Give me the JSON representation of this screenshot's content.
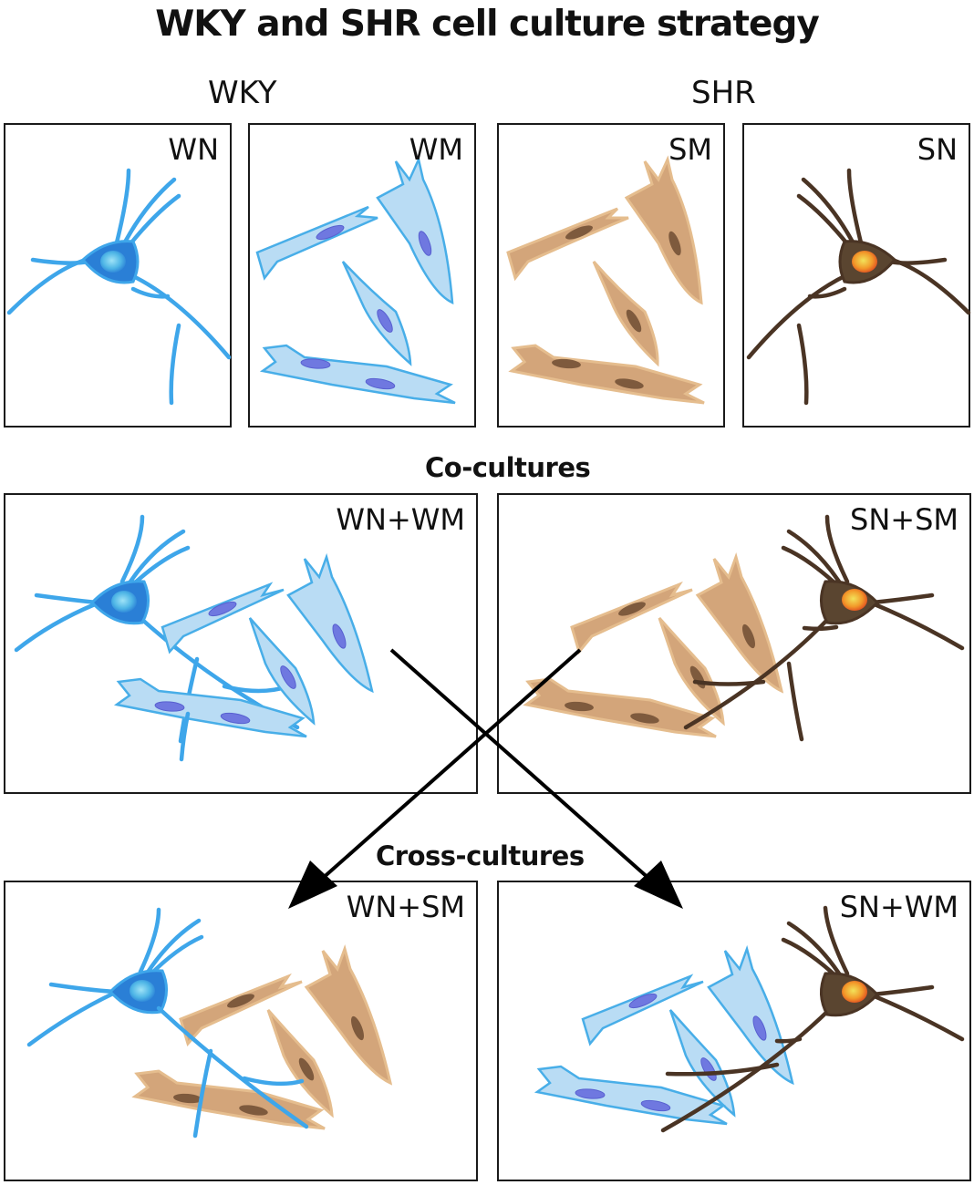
{
  "title": "WKY and SHR cell culture strategy",
  "strains": {
    "left": "WKY",
    "right": "SHR"
  },
  "sections": {
    "co": "Co-cultures",
    "cross": "Cross-cultures"
  },
  "panels": {
    "wn": "WN",
    "wm": "WM",
    "sm": "SM",
    "sn": "SN",
    "wn_wm": "WN+WM",
    "sn_sm": "SN+SM",
    "wn_sm": "WN+SM",
    "sn_wm": "SN+WM"
  },
  "colors": {
    "wky_neuron": "#2a7fd6",
    "wky_myocyte": "#b9dcf4",
    "shr_neuron": "#5a4530",
    "shr_myocyte": "#d3a57a",
    "arrow": "#000000"
  }
}
